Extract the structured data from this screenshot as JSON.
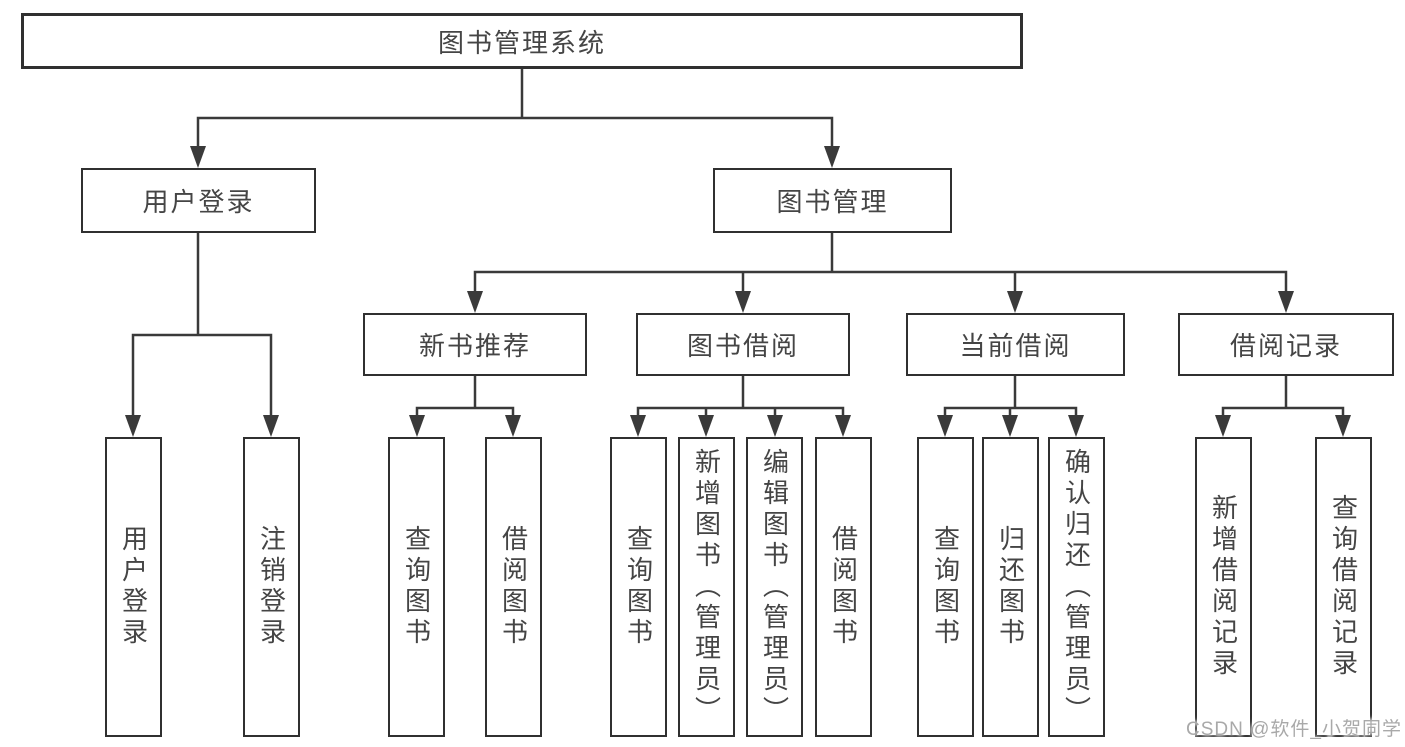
{
  "tree": {
    "root": {
      "label": "图书管理系统"
    },
    "branches": [
      {
        "label": "用户登录",
        "children": [
          {
            "label": "用户登录"
          },
          {
            "label": "注销登录"
          }
        ]
      },
      {
        "label": "图书管理",
        "children": [
          {
            "label": "新书推荐",
            "children": [
              {
                "label": "查询图书"
              },
              {
                "label": "借阅图书"
              }
            ]
          },
          {
            "label": "图书借阅",
            "children": [
              {
                "label": "查询图书"
              },
              {
                "label": "新增图书（管理员）"
              },
              {
                "label": "编辑图书（管理员）"
              },
              {
                "label": "借阅图书"
              }
            ]
          },
          {
            "label": "当前借阅",
            "children": [
              {
                "label": "查询图书"
              },
              {
                "label": "归还图书"
              },
              {
                "label": "确认归还（管理员）"
              }
            ]
          },
          {
            "label": "借阅记录",
            "children": [
              {
                "label": "新增借阅记录"
              },
              {
                "label": "查询借阅记录"
              }
            ]
          }
        ]
      }
    ]
  },
  "watermark": {
    "text": "CSDN @软件_小贺同学"
  },
  "colors": {
    "line": "#3a3a3a",
    "box_border": "#303030",
    "text": "#454545",
    "watermark": "#a9a9a9",
    "background": "#ffffff"
  }
}
